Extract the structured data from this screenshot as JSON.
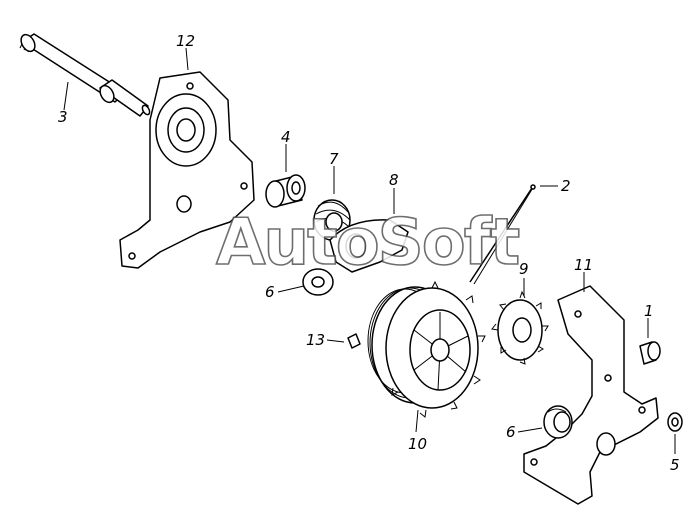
{
  "watermark": "AutoSoft",
  "callouts": [
    {
      "id": "c1",
      "text": "1"
    },
    {
      "id": "c2",
      "text": "2"
    },
    {
      "id": "c3",
      "text": "3"
    },
    {
      "id": "c4",
      "text": "4"
    },
    {
      "id": "c5",
      "text": "5"
    },
    {
      "id": "c6a",
      "text": "6"
    },
    {
      "id": "c6b",
      "text": "6"
    },
    {
      "id": "c7",
      "text": "7"
    },
    {
      "id": "c8",
      "text": "8"
    },
    {
      "id": "c9",
      "text": "9"
    },
    {
      "id": "c10",
      "text": "10"
    },
    {
      "id": "c11",
      "text": "11"
    },
    {
      "id": "c12",
      "text": "12"
    },
    {
      "id": "c13",
      "text": "13"
    }
  ]
}
